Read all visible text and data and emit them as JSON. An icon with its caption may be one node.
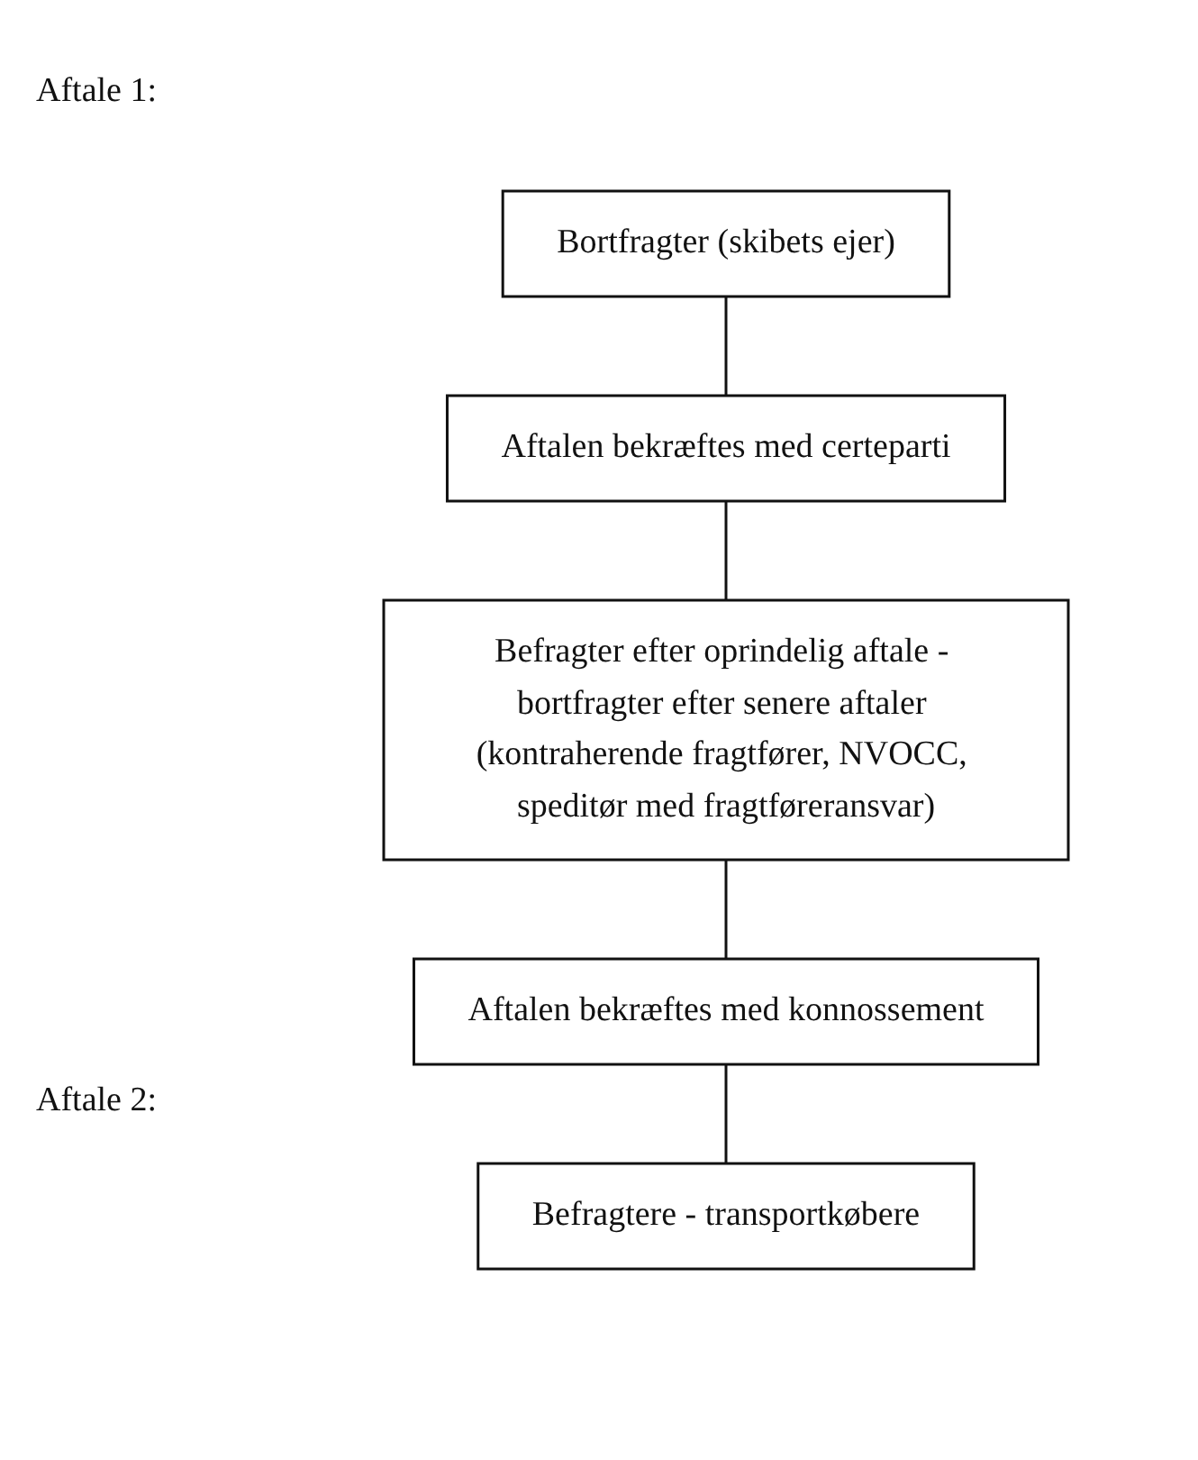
{
  "diagram": {
    "nodes": [
      {
        "text": [
          "Bortfragter (skibets ejer)"
        ]
      },
      {
        "text": [
          "Aftalen bekræftes med certeparti"
        ]
      },
      {
        "text": [
          "Befragter efter oprindelig aftale - bortfragter efter senere aftaler (kontraherende fragtfører, NVOCC, speditør med fragtføreransvar)"
        ]
      },
      {
        "text": [
          "Aftalen bekræftes med konnossement"
        ]
      },
      {
        "text": [
          "Befragtere - transportkøbere"
        ]
      }
    ],
    "edges": [
      {
        "from": 0,
        "to": 1,
        "arrow": "none"
      },
      {
        "from": 1,
        "to": 2,
        "arrow": "none"
      },
      {
        "from": 2,
        "to": 3,
        "arrow": "none"
      },
      {
        "from": 3,
        "to": 4,
        "arrow": "none"
      }
    ],
    "labels": [
      "Aftale 1:",
      "Aftale 2:"
    ]
  }
}
